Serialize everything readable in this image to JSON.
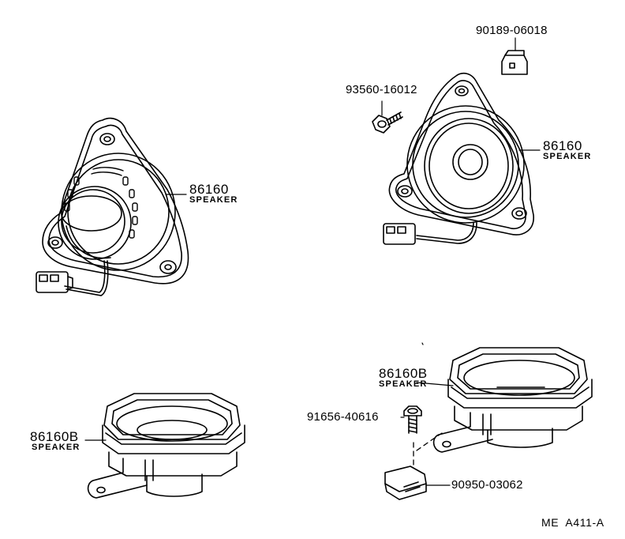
{
  "labels": {
    "part_90189": "90189-06018",
    "part_93560": "93560-16012",
    "part_86160_left": "86160",
    "speaker_left": "SPEAKER",
    "part_86160_right": "86160",
    "speaker_right": "SPEAKER",
    "part_86160b_left": "86160B",
    "speaker_b_left": "SPEAKER",
    "part_86160b_right": "86160B",
    "speaker_b_right": "SPEAKER",
    "part_91656": "91656-40616",
    "part_90950": "90950-03062",
    "diagram_code": "ME  A411-A"
  }
}
